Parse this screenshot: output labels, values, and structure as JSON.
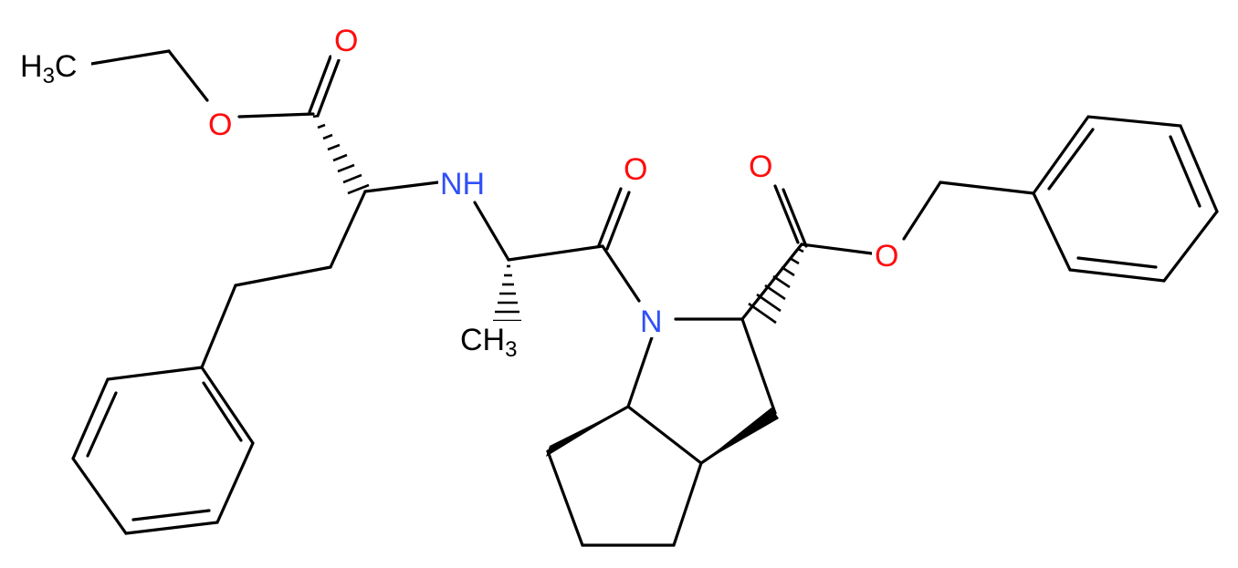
{
  "atom_labels": {
    "ethyl_ch3": {
      "main": "H",
      "sub": "3",
      "tail": "C"
    },
    "ester_o_double": "O",
    "ester_o_single": "O",
    "nh": "NH",
    "amide_o": "O",
    "alanine_ch3": {
      "main": "CH",
      "sub": "3"
    },
    "ring_n": "N",
    "benzyl_ester_o_double": "O",
    "benzyl_ester_o_single": "O"
  },
  "colors": {
    "bond": "#000000",
    "oxygen": "#ff0d0d",
    "nitrogen": "#3050f8",
    "carbon": "#000000",
    "background": "#ffffff"
  }
}
